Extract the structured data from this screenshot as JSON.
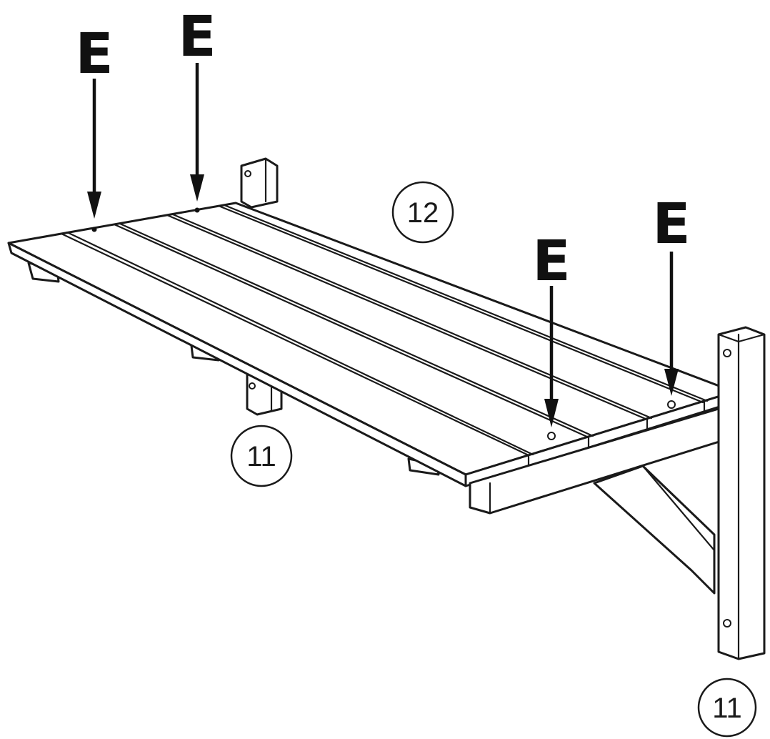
{
  "fastener_labels": [
    "E",
    "E",
    "E",
    "E"
  ],
  "part_callouts": [
    "12",
    "11",
    "11"
  ]
}
